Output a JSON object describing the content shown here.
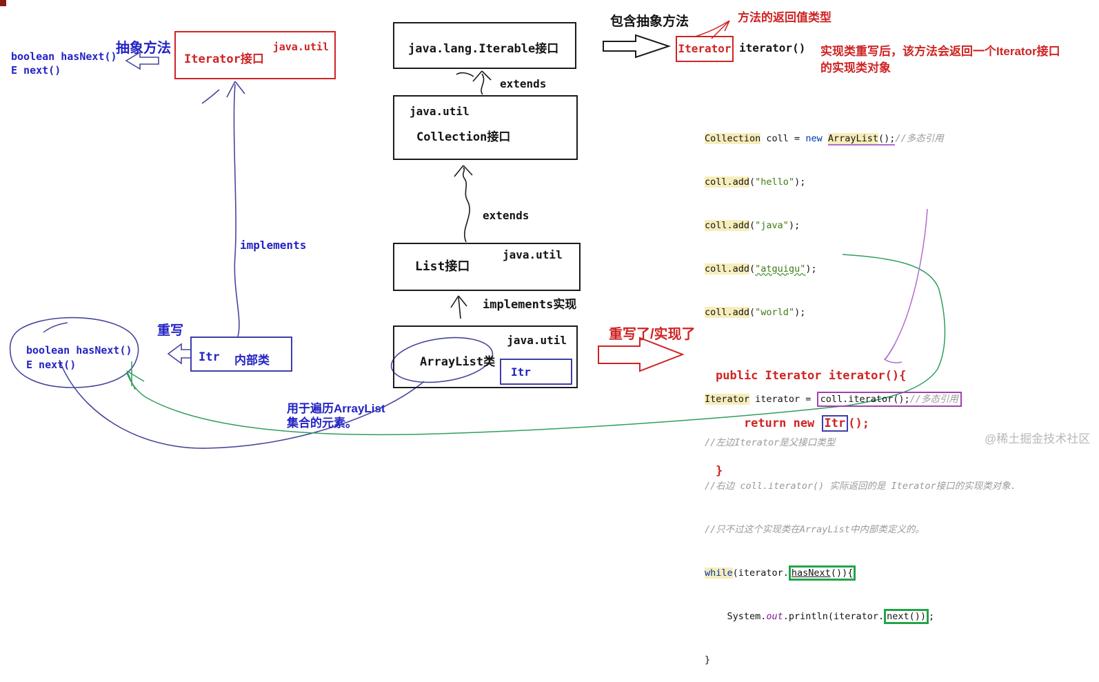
{
  "diagram": {
    "top_left": {
      "abstract_label": "抽象方法",
      "method1": "boolean hasNext()",
      "method2": "E next()"
    },
    "iterator_box": {
      "title": "Iterator接口",
      "pkg": "java.util"
    },
    "iterable_box": {
      "title": "java.lang.Iterable接口"
    },
    "collection_box": {
      "pkg": "java.util",
      "title": "Collection接口"
    },
    "list_box": {
      "title": "List接口",
      "pkg": "java.util"
    },
    "arraylist_box": {
      "pkg": "java.util",
      "title": "ArrayList类",
      "inner_class": "Itr"
    },
    "labels": {
      "extends_top": "extends",
      "extends_mid": "extends",
      "implements": "implements",
      "implements_impl": "implements实现",
      "contains_abstract": "包含抽象方法",
      "return_type": "方法的返回值类型",
      "override": "重写",
      "override_impl": "重写了/实现了",
      "traverse1": "用于遍历ArrayList",
      "traverse2": "集合的元素。"
    },
    "method_sig": {
      "ret": "Iterator",
      "name": "iterator()"
    },
    "note": {
      "line1": "实现类重写后，该方法会返回一个Iterator接口",
      "line2": "的实现类对象"
    },
    "inner_box": {
      "name": "Itr",
      "label": "内部类"
    },
    "bottom_left": {
      "method1": "boolean hasNext()",
      "method2": "E next()"
    }
  },
  "code": {
    "l1": {
      "a": "Collection",
      "b": " coll = ",
      "c": "new",
      "d": " ",
      "e": "ArrayList",
      "f": "();",
      "g": "//多态引用"
    },
    "l2": {
      "a": "coll.add",
      "b": "(",
      "c": "\"hello\"",
      "d": ");"
    },
    "l3": {
      "a": "coll.add",
      "b": "(",
      "c": "\"java\"",
      "d": ");"
    },
    "l4": {
      "a": "coll.add",
      "b": "(",
      "c": "\"atguigu\"",
      "d": ");"
    },
    "l5": {
      "a": "coll.add",
      "b": "(",
      "c": "\"world\"",
      "d": ");"
    },
    "l6": {
      "a": "Iterator",
      "b": " iterator = ",
      "c": "coll.iterator();",
      "d": "//多态引用"
    },
    "l7": "//左边Iterator是父接口类型",
    "l8": "//右边 coll.iterator() 实际返回的是 Iterator接口的实现类对象.",
    "l9": "//只不过这个实现类在ArrayList中内部类定义的。",
    "l10": {
      "a": "while",
      "b": "(iterator.",
      "c": "hasNext",
      "d": "()){"
    },
    "l11": {
      "a": "    System.",
      "b": "out",
      "c": ".println(iterator.",
      "d": "next())",
      "e": ";"
    },
    "l12": "}"
  },
  "red_code": {
    "l1": "public Iterator iterator(){",
    "l2a": "    return new ",
    "l2b": "Itr",
    "l2c": "();",
    "l3": "}"
  },
  "watermark": "@稀土掘金技术社区"
}
